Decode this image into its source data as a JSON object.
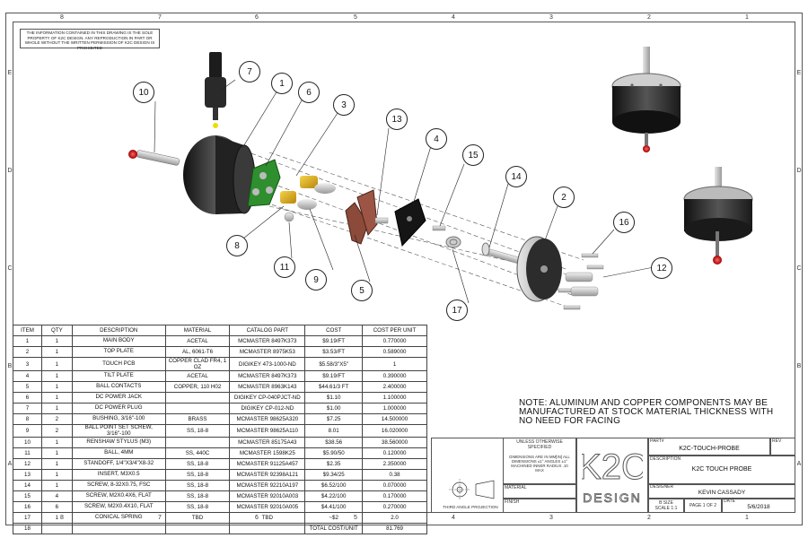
{
  "zones": {
    "columns": [
      "8",
      "7",
      "6",
      "5",
      "4",
      "3",
      "2",
      "1"
    ],
    "rows": [
      "E",
      "D",
      "C",
      "B",
      "A"
    ]
  },
  "notice": "THE INFORMATION CONTAINED IN THIS DRAWING IS THE SOLE PROPERTY OF K2C DESIGN. ANY REPRODUCTION IN PART OR WHOLE WITHOUT THE WRITTEN PERMISSION OF K2C DESIGN IS PROHIBITED",
  "callouts": [
    "1",
    "2",
    "3",
    "4",
    "5",
    "6",
    "7",
    "8",
    "9",
    "10",
    "11",
    "12",
    "13",
    "14",
    "15",
    "16",
    "17"
  ],
  "bom": {
    "headers": [
      "ITEM",
      "QTY",
      "DESCRIPTION",
      "MATERIAL",
      "CATALOG PART",
      "COST",
      "COST PER UNIT"
    ],
    "rows": [
      [
        "1",
        "1",
        "MAIN BODY",
        "ACETAL",
        "MCMASTER 8497K373",
        "$9.19/FT",
        "0.770000"
      ],
      [
        "2",
        "1",
        "TOP PLATE",
        "AL, 6061-T6",
        "MCMASTER 8975K53",
        "$3.53/FT",
        "0.589000"
      ],
      [
        "3",
        "1",
        "TOUCH PCB",
        "COPPER CLAD FR4, 1 OZ",
        "DIGIKEY 473-1000-ND",
        "$5.58/3\"x5\"",
        "1"
      ],
      [
        "4",
        "1",
        "TILT PLATE",
        "ACETAL",
        "MCMASTER 8497K373",
        "$9.19/FT",
        "0.390000"
      ],
      [
        "5",
        "1",
        "BALL CONTACTS",
        "COPPER, 110 H02",
        "MCMASTER 8963K143",
        "$44.61/3 FT",
        "2.400000"
      ],
      [
        "6",
        "1",
        "DC POWER JACK",
        "",
        "DIGIKEY CP-040PJCT-ND",
        "$1.10",
        "1.100000"
      ],
      [
        "7",
        "1",
        "DC POWER PLUG",
        "",
        "DIGIKEY CP-012-ND",
        "$1.00",
        "1.000000"
      ],
      [
        "8",
        "2",
        "BUSHING, 3/16\"-100",
        "BRASS",
        "MCMASTER 98625A320",
        "$7.25",
        "14.500000"
      ],
      [
        "9",
        "2",
        "BALL POINT SET SCREW, 3/16\"-100",
        "SS, 18-8",
        "MCMASTER 98625A110",
        "8.01",
        "16.020000"
      ],
      [
        "10",
        "1",
        "RENSHAW STYLUS (M3)",
        "",
        "MCMASTER 85175A43",
        "$38.56",
        "38.560000"
      ],
      [
        "11",
        "1",
        "BALL, 4MM",
        "SS, 440C",
        "MCMASTER 1598K25",
        "$5.90/50",
        "0.120000"
      ],
      [
        "12",
        "1",
        "STANDOFF, 1/4\"x3/4\"x8-32",
        "SS, 18-8",
        "MCMASTER 91125A457",
        "$2.35",
        "2.350000"
      ],
      [
        "13",
        "1",
        "INSERT, M3x0.5",
        "SS, 18-8",
        "MCMASTER 92398A121",
        "$9.34/25",
        "0.38"
      ],
      [
        "14",
        "1",
        "SCREW, 8-32x0.75, FSC",
        "SS, 18-8",
        "MCMASTER 92210A197",
        "$6.52/100",
        "0.070000"
      ],
      [
        "15",
        "4",
        "SCREW, M2x0.4x6, FLAT",
        "SS, 18-8",
        "MCMASTER 92010A003",
        "$4.22/100",
        "0.170000"
      ],
      [
        "16",
        "6",
        "SCREW, M2x0.4x10, FLAT",
        "SS, 18-8",
        "MCMASTER 92010A005",
        "$4.41/100",
        "0.270000"
      ],
      [
        "17",
        "1",
        "CONICAL SPRING",
        "TBD",
        "TBD",
        "~$2",
        "2.0"
      ],
      [
        "18",
        "",
        "",
        "",
        "",
        "TOTAL COST/UNIT",
        "81.769"
      ]
    ]
  },
  "note": "NOTE: ALUMINUM AND COPPER COMPONENTS MAY BE MANUFACTURED AT STOCK MATERIAL THICKNESS WITH NO NEED FOR FACING",
  "title_block": {
    "unless_label": "UNLESS OTHERWISE SPECIFIED",
    "tolerances": "DIMENSIONS ARE IN MM[IN] ALL DIMENSIONS ±1° ANGLES ±1° MACHINED INNER RADIUS .10 MAX",
    "material_label": "MATERIAL",
    "finish_label": "FINISH",
    "projection_label": "THIRD ANGLE PROJECTION",
    "logo_top": "K2C",
    "logo_bottom": "DESIGN",
    "partno_label": "PART#",
    "partno": "K2C-TOUCH-PROBE",
    "rev_label": "REV",
    "description_label": "DESCRIPTION",
    "description": "K2C TOUCH PROBE",
    "designer_label": "DESIGNER",
    "designer": "KEVIN CASSADY",
    "size": "B SIZE",
    "scale": "SCALE 1:1",
    "page": "PAGE 1 OF 2",
    "date_label": "DATE",
    "date": "5/6/2018"
  }
}
